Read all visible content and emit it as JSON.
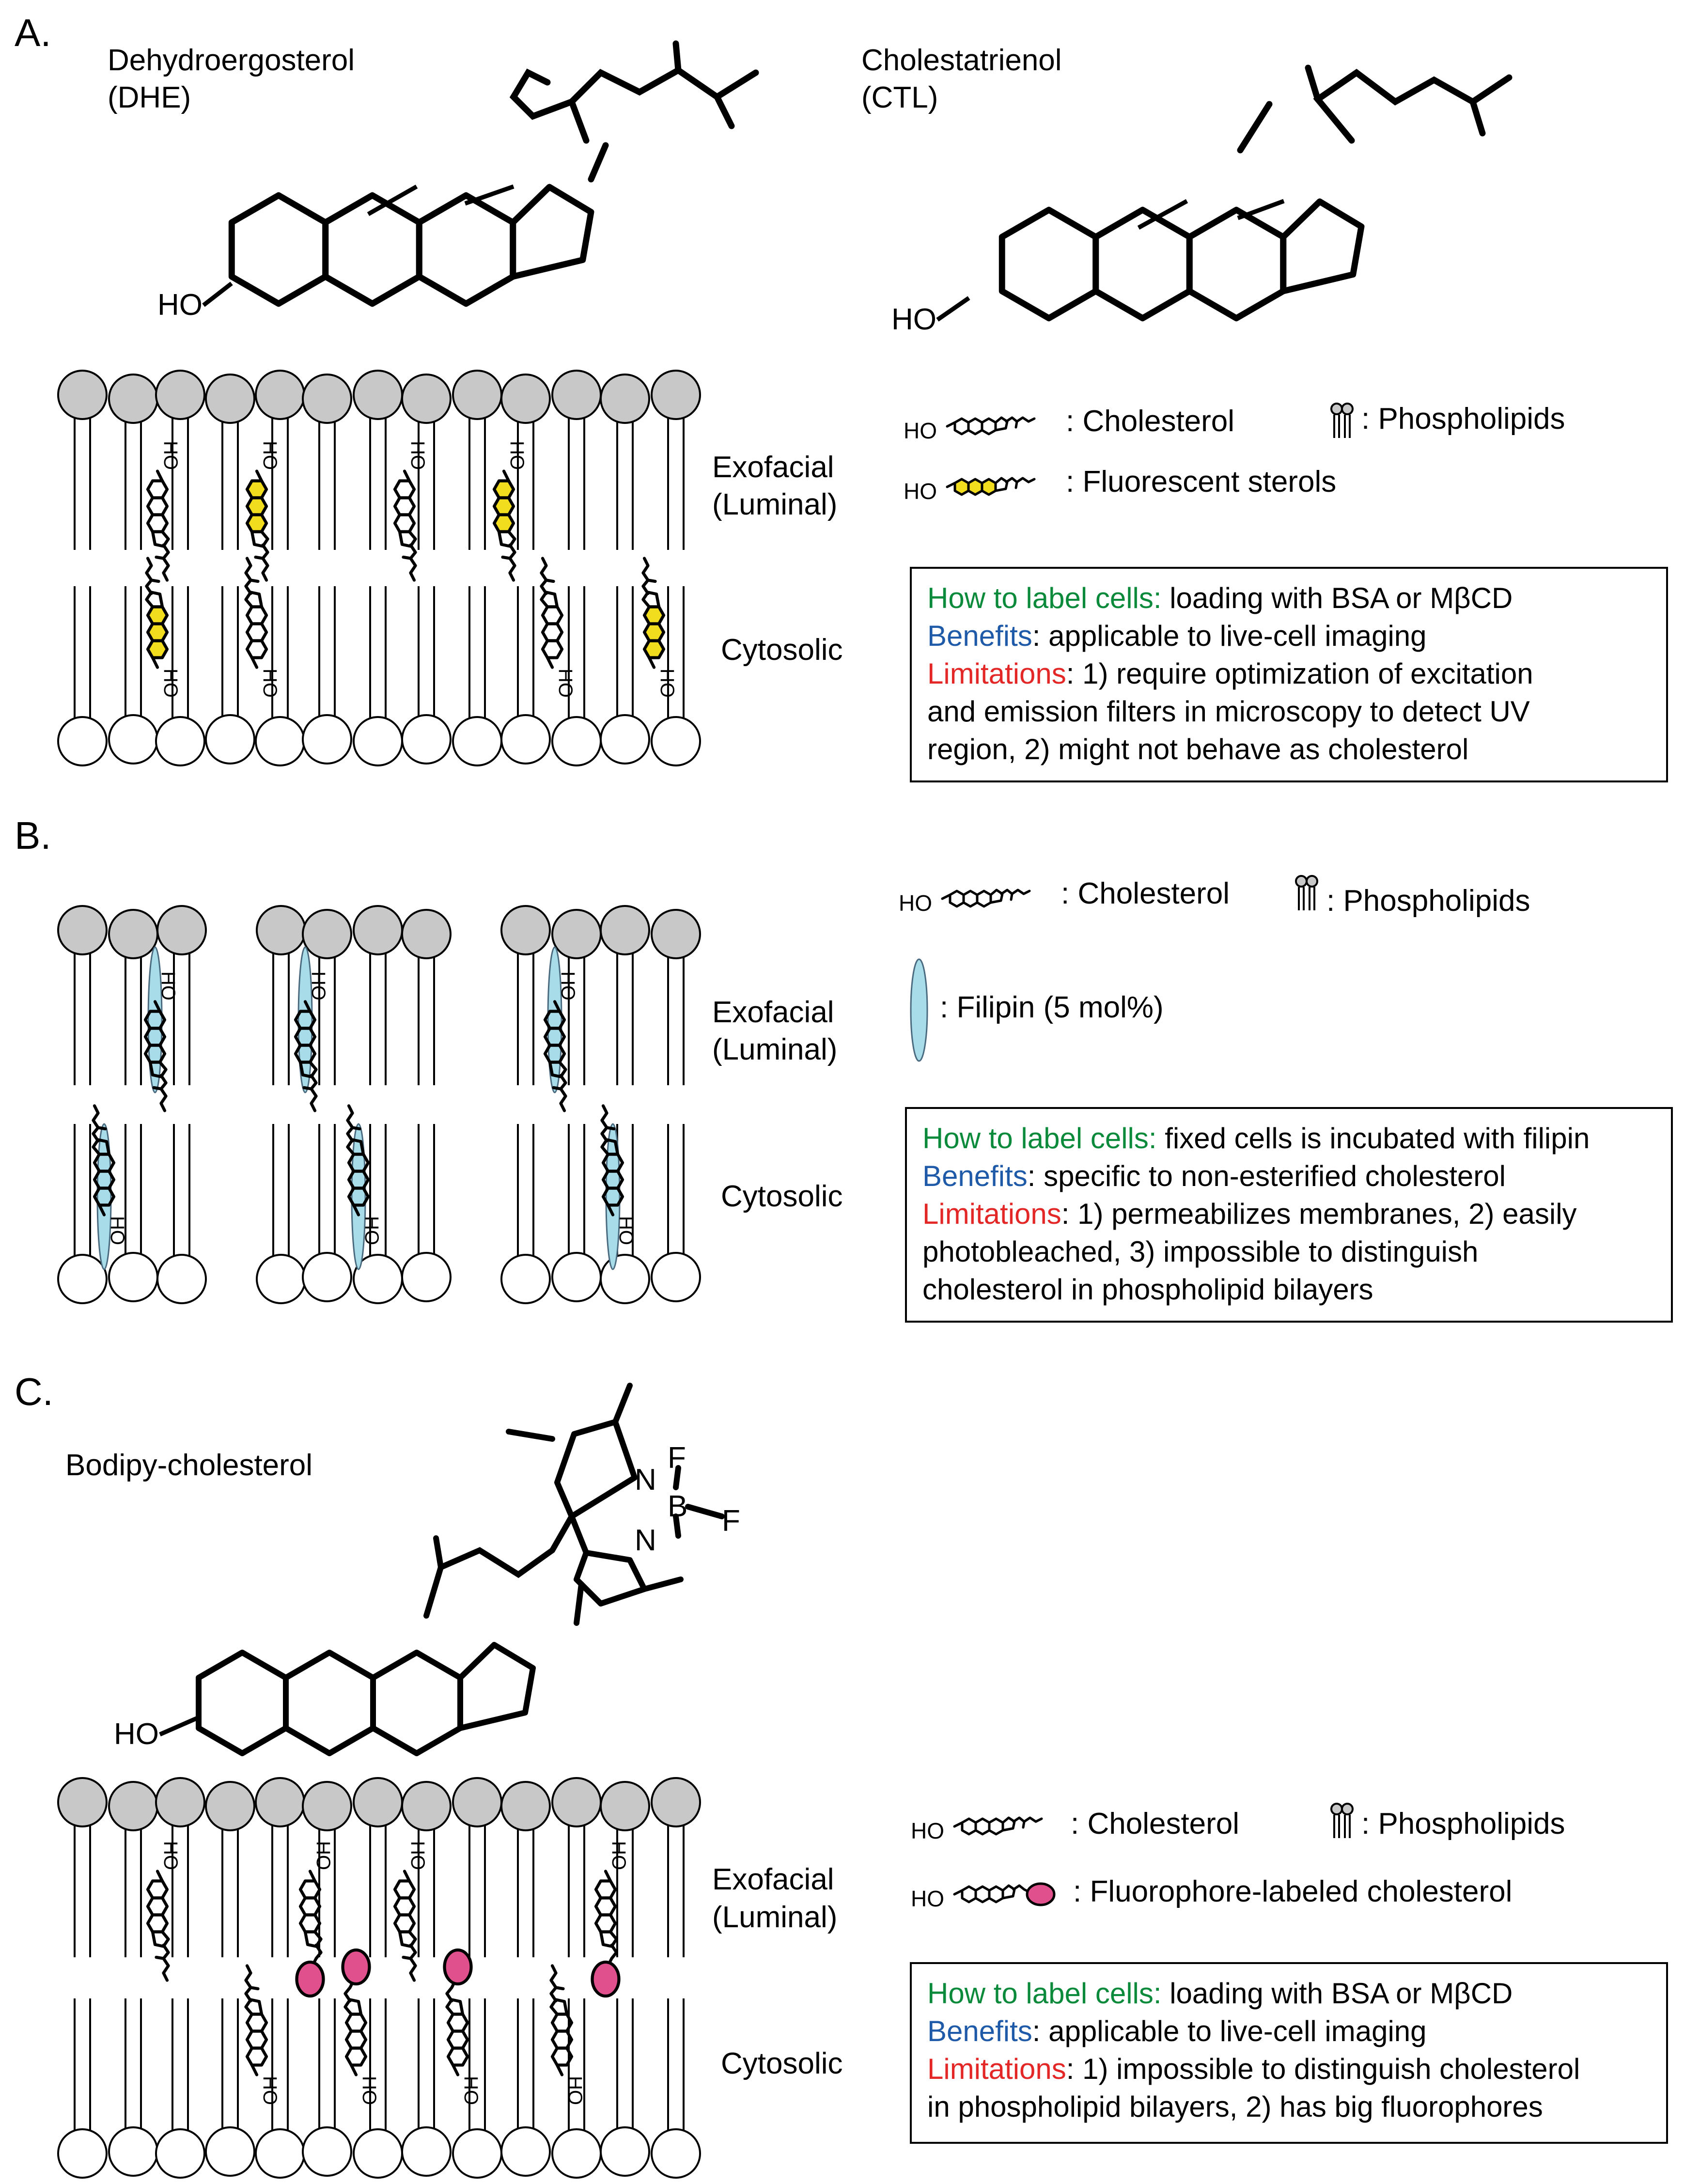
{
  "panels": {
    "a": {
      "letter": "A.",
      "dhe_name": "Dehydroergosterol",
      "dhe_abbr": "(DHE)",
      "ctl_name": "Cholestatrienol",
      "ctl_abbr": "(CTL)",
      "ho_left": "HO",
      "ho_right": "HO",
      "exofacial": "Exofacial",
      "luminal": "(Luminal)",
      "cytosolic": "Cytosolic",
      "legend_cholesterol": ": Cholesterol",
      "legend_phospholipids": ": Phospholipids",
      "legend_probe": ": Fluorescent sterols",
      "box": {
        "how_label": "How to label cells:",
        "how_text": " loading with BSA or MβCD",
        "benefits_label": "Benefits",
        "benefits_text": ": applicable to live-cell imaging",
        "limitations_label": "Limitations",
        "limitations_text": ": 1) require optimization of excitation",
        "line4": "and emission filters in microscopy to detect UV",
        "line5": "region, 2) might not behave as cholesterol"
      }
    },
    "b": {
      "letter": "B.",
      "exofacial": "Exofacial",
      "luminal": "(Luminal)",
      "cytosolic": "Cytosolic",
      "legend_cholesterol": ": Cholesterol",
      "legend_phospholipids": ": Phospholipids",
      "legend_probe": ": Filipin (5 mol%)",
      "box": {
        "how_label": "How to label cells:",
        "how_text": " fixed cells is incubated with filipin",
        "benefits_label": "Benefits",
        "benefits_text": ": specific to non-esterified cholesterol",
        "limitations_label": "Limitations",
        "limitations_text": ": 1) permeabilizes membranes, 2) easily",
        "line4": "photobleached, 3) impossible to distinguish",
        "line5": "cholesterol in phospholipid bilayers"
      }
    },
    "c": {
      "letter": "C.",
      "name": "Bodipy-cholesterol",
      "ho": "HO",
      "atom_f1": "F",
      "atom_f2": "F",
      "atom_b": "B",
      "atom_n1": "N",
      "atom_n2": "N",
      "exofacial": "Exofacial",
      "luminal": "(Luminal)",
      "cytosolic": "Cytosolic",
      "legend_cholesterol": ": Cholesterol",
      "legend_phospholipids": ": Phospholipids",
      "legend_probe": ": Fluorophore-labeled cholesterol",
      "box": {
        "how_label": "How to label cells:",
        "how_text": " loading with BSA or MβCD",
        "benefits_label": "Benefits",
        "benefits_text": ": applicable to live-cell imaging",
        "limitations_label": "Limitations",
        "limitations_text": ": 1) impossible to distinguish cholesterol",
        "line4": "in phospholipid bilayers, 2) has big fluorophores"
      }
    }
  },
  "molecule_ho": "HO",
  "colors": {
    "headgroup_outer": "#c8c8c8",
    "headgroup_inner": "#ffffff",
    "fluorescent_sterol": "#f2dc1e",
    "filipin": "#a8dce8",
    "fluorophore": "#e0508c",
    "how_label": "#0a8a3a",
    "benefits_label": "#1f5aa8",
    "limitations_label": "#e32727"
  }
}
